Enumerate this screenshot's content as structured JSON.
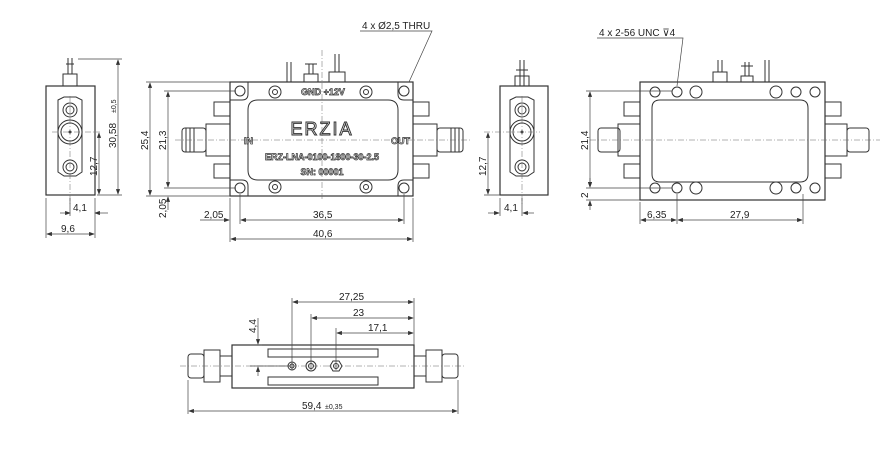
{
  "front_view": {
    "brand": "ERZIA",
    "model": "ERZ-LNA-0100-1800-30-2.5",
    "serial": "SN: 00001",
    "port_in": "IN",
    "port_out": "OUT",
    "power_pins": "GND +12V",
    "hole_note": "4 x Ø2,5 THRU",
    "dims": {
      "height": "25,4",
      "hole_spacing_v": "21,3",
      "offset_v": "2,05",
      "offset_h": "2,05",
      "hole_spacing_h": "36,5",
      "length": "40,6"
    }
  },
  "left_end_view": {
    "dims": {
      "total_height": "30,58",
      "total_height_tol": "±0,5",
      "connector_height": "12,7",
      "connector_offset": "4,1",
      "width": "9,6"
    }
  },
  "right_end_view": {
    "dims": {
      "connector_height": "12,7",
      "connector_offset": "4,1"
    }
  },
  "bottom_view": {
    "thread_note": "4 x 2-56 UNC ⊽4",
    "dims": {
      "hole_spacing_v": "21,4",
      "offset_v": "2",
      "offset_h": "6,35",
      "hole_spacing_h": "27,9"
    }
  },
  "side_view": {
    "dims": {
      "pin1": "27,25",
      "pin2": "23",
      "pin3": "17,1",
      "pin_height": "4,4",
      "overall_length": "59,4",
      "overall_length_tol": "±0,35"
    }
  }
}
